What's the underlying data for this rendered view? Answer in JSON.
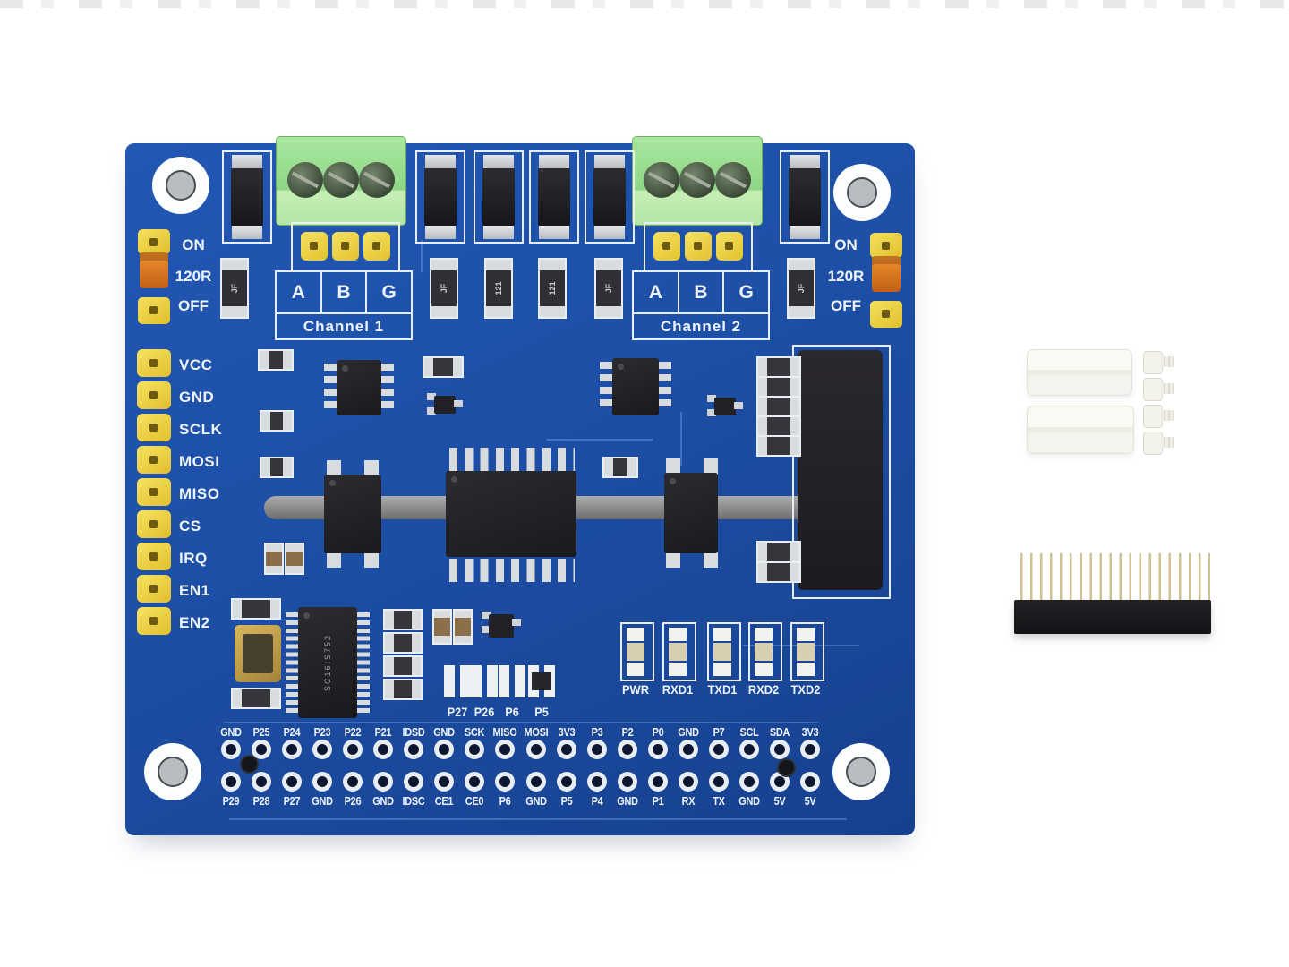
{
  "board": {
    "channel1": {
      "label": "Channel 1",
      "pins": [
        "A",
        "B",
        "G"
      ]
    },
    "channel2": {
      "label": "Channel 2",
      "pins": [
        "A",
        "B",
        "G"
      ]
    },
    "termination": {
      "labels": [
        "ON",
        "120R",
        "OFF"
      ]
    },
    "spi_header": {
      "labels": [
        "VCC",
        "GND",
        "SCLK",
        "MOSI",
        "MISO",
        "CS",
        "IRQ",
        "EN1",
        "EN2"
      ]
    },
    "status_leds": {
      "labels": [
        "PWR",
        "RXD1",
        "TXD1",
        "RXD2",
        "TXD2"
      ]
    },
    "breakout_pads": {
      "labels": [
        "P27",
        "P26",
        "P6",
        "P5"
      ]
    },
    "gpio_top_row": [
      "GND",
      "P25",
      "P24",
      "P23",
      "P22",
      "P21",
      "IDSD",
      "GND",
      "SCK",
      "MISO",
      "MOSI",
      "3V3",
      "P3",
      "P2",
      "P0",
      "GND",
      "P7",
      "SCL",
      "SDA",
      "3V3"
    ],
    "gpio_bottom_row": [
      "P29",
      "P28",
      "P27",
      "GND",
      "P26",
      "GND",
      "IDSC",
      "CE1",
      "CE0",
      "P6",
      "GND",
      "P5",
      "P4",
      "GND",
      "P1",
      "RX",
      "TX",
      "GND",
      "5V",
      "5V"
    ],
    "resistor_row_markings": [
      "JF",
      "JF",
      "121",
      "121",
      "JF",
      "JF"
    ],
    "component_markings": {
      "protector": "JF",
      "resistor": "121",
      "uart": "SC16IS752"
    }
  },
  "accessories": {
    "standoffs_count": 2,
    "screws_count": 4,
    "header_pins_count": 20
  },
  "colors": {
    "pcb": "#1d4fa6",
    "silkscreen": "#eef3f8",
    "header_yellow": "#f0d63e",
    "jumper_cap_orange": "#e07818",
    "terminal_green": "#9ad98e",
    "component_black": "#222227",
    "pad_silver": "#d9dcdf",
    "pin_gold": "#cfc290",
    "accessory_white": "#f5f5f0",
    "slot_gray": "#8c8c8e"
  }
}
